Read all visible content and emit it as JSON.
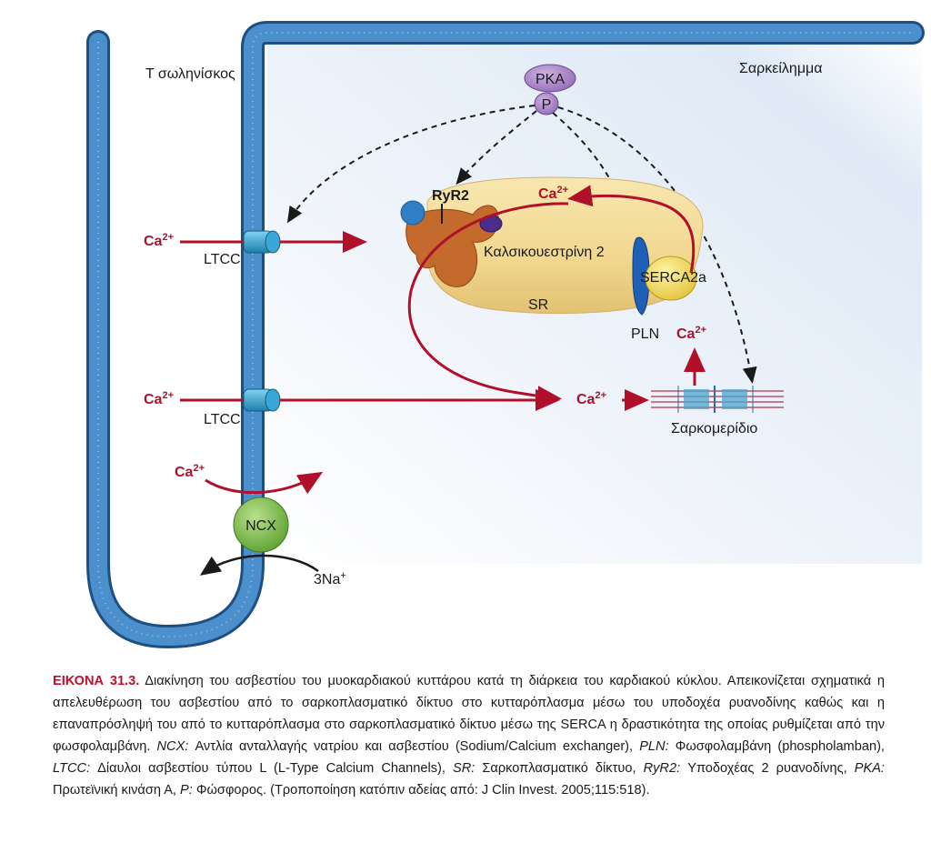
{
  "diagram": {
    "labels": {
      "t_tubule": "Τ σωληνίσκος",
      "sarcolemma": "Σαρκείλημμα",
      "pka": "PKA",
      "p": "P",
      "ryr2": "RyR2",
      "calsequestrin": "Καλσικουεστρίνη 2",
      "serca": "SERCA2a",
      "sr": "SR",
      "pln": "PLN",
      "ltcc_top": "LTCC",
      "ltcc_bottom": "LTCC",
      "ncx": "NCX",
      "sodium": "3Na",
      "sodium_charge": "+",
      "sarcomere": "Σαρκομερίδιο",
      "ca_base": "Ca",
      "ca_charge": "2+"
    }
  },
  "caption": {
    "figure_label": "ΕΙΚΟΝΑ 31.3.",
    "text_1": " Διακίνηση του ασβεστίου του μυοκαρδιακού κυττάρου κατά τη διάρκεια του καρδιακού κύκλου. Απεικονίζεται σχηματικά η απελευθέρωση του ασβεστίου από το σαρκοπλασματικό δίκτυο στο κυτταρόπλασμα μέσω του υποδοχέα ρυανοδίνης καθώς και η επαναπρόσληψή του από το κυτταρόπλασμα στο σαρκοπλασματικό δίκτυο μέσω της SERCA η δραστικότητα της οποίας ρυθμίζεται από την φωσφολαμβάνη. ",
    "abbr_ncx": "NCX:",
    "def_ncx": " Αντλία ανταλλαγής νατρίου και ασβεστίου (Sodium/Calcium exchanger), ",
    "abbr_pln": "PLN:",
    "def_pln": " Φωσφολαμβάνη (phospholamban), ",
    "abbr_ltcc": "LTCC:",
    "def_ltcc": " Δίαυλοι ασβεστίου τύπου L (L-Type Calcium Channels), ",
    "abbr_sr": "SR:",
    "def_sr": " Σαρκοπλασματικό δίκτυο, ",
    "abbr_ryr2": "RyR2:",
    "def_ryr2": " Υποδοχέας 2 ρυανοδίνης, ",
    "abbr_pka": "PKA:",
    "def_pka": " Πρωτεϊνική κινάση Α, ",
    "abbr_p": "P:",
    "def_p": " Φώσφορος. (Τροποποίηση κατόπιν αδείας από: J Clin Invest. 2005;115:518)."
  },
  "colors": {
    "membrane": "#3d80bf",
    "membrane_dark": "#1f4f80",
    "calcium_red": "#b0102a",
    "sr_body": "#f3dc9a",
    "ryr2_orange": "#c46a2c",
    "pka_purple": "#a783c3",
    "ncx_green": "#7cbf4a",
    "caption_accent": "#c0102a"
  }
}
